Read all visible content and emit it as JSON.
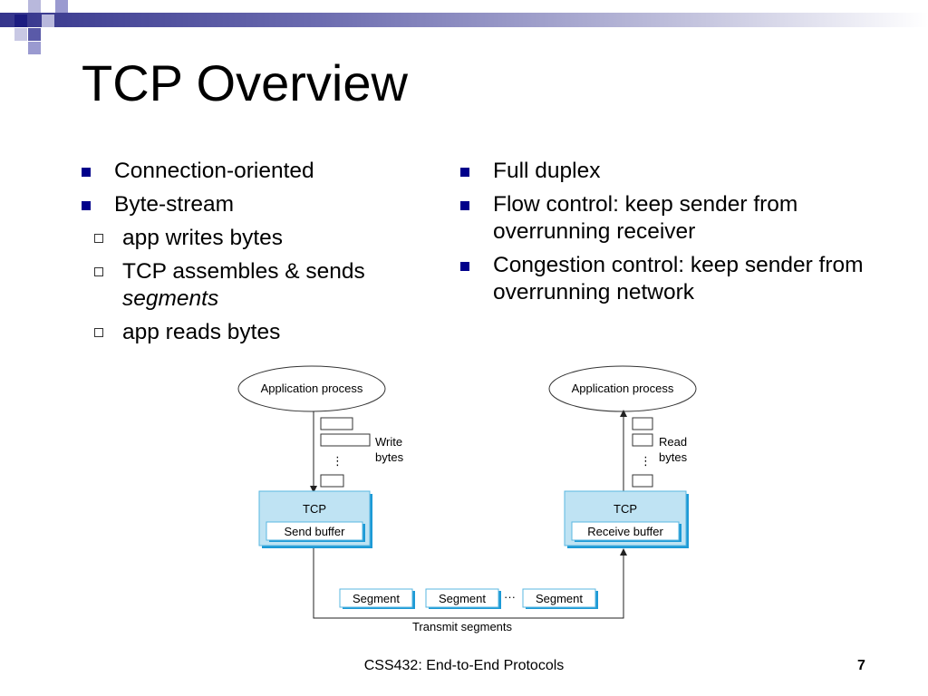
{
  "slide": {
    "title": "TCP Overview",
    "accent_color": "#00008b",
    "left_bullets": [
      {
        "text": "Connection-oriented"
      },
      {
        "text": "Byte-stream"
      }
    ],
    "left_sub_bullets": [
      {
        "text": "app writes bytes"
      },
      {
        "text_before": "TCP assembles & sends ",
        "text_emphasis": "segments"
      },
      {
        "text": "app reads bytes"
      }
    ],
    "right_bullets": [
      {
        "text": "Full duplex"
      },
      {
        "text": "Flow control: keep sender from overrunning receiver"
      },
      {
        "text": "Congestion control: keep sender from overrunning network"
      }
    ]
  },
  "diagram": {
    "left_process": "Application process",
    "right_process": "Application process",
    "write_label_1": "Write",
    "write_label_2": "bytes",
    "read_label_1": "Read",
    "read_label_2": "bytes",
    "left_tcp": "TCP",
    "right_tcp": "TCP",
    "send_buffer": "Send buffer",
    "receive_buffer": "Receive buffer",
    "segments": [
      "Segment",
      "Segment",
      "Segment"
    ],
    "ellipsis": "···",
    "vertical_ellipsis": "⋮",
    "transmit_label": "Transmit segments"
  },
  "footer": {
    "text": "CSS432: End-to-End Protocols",
    "page_number": "7"
  }
}
